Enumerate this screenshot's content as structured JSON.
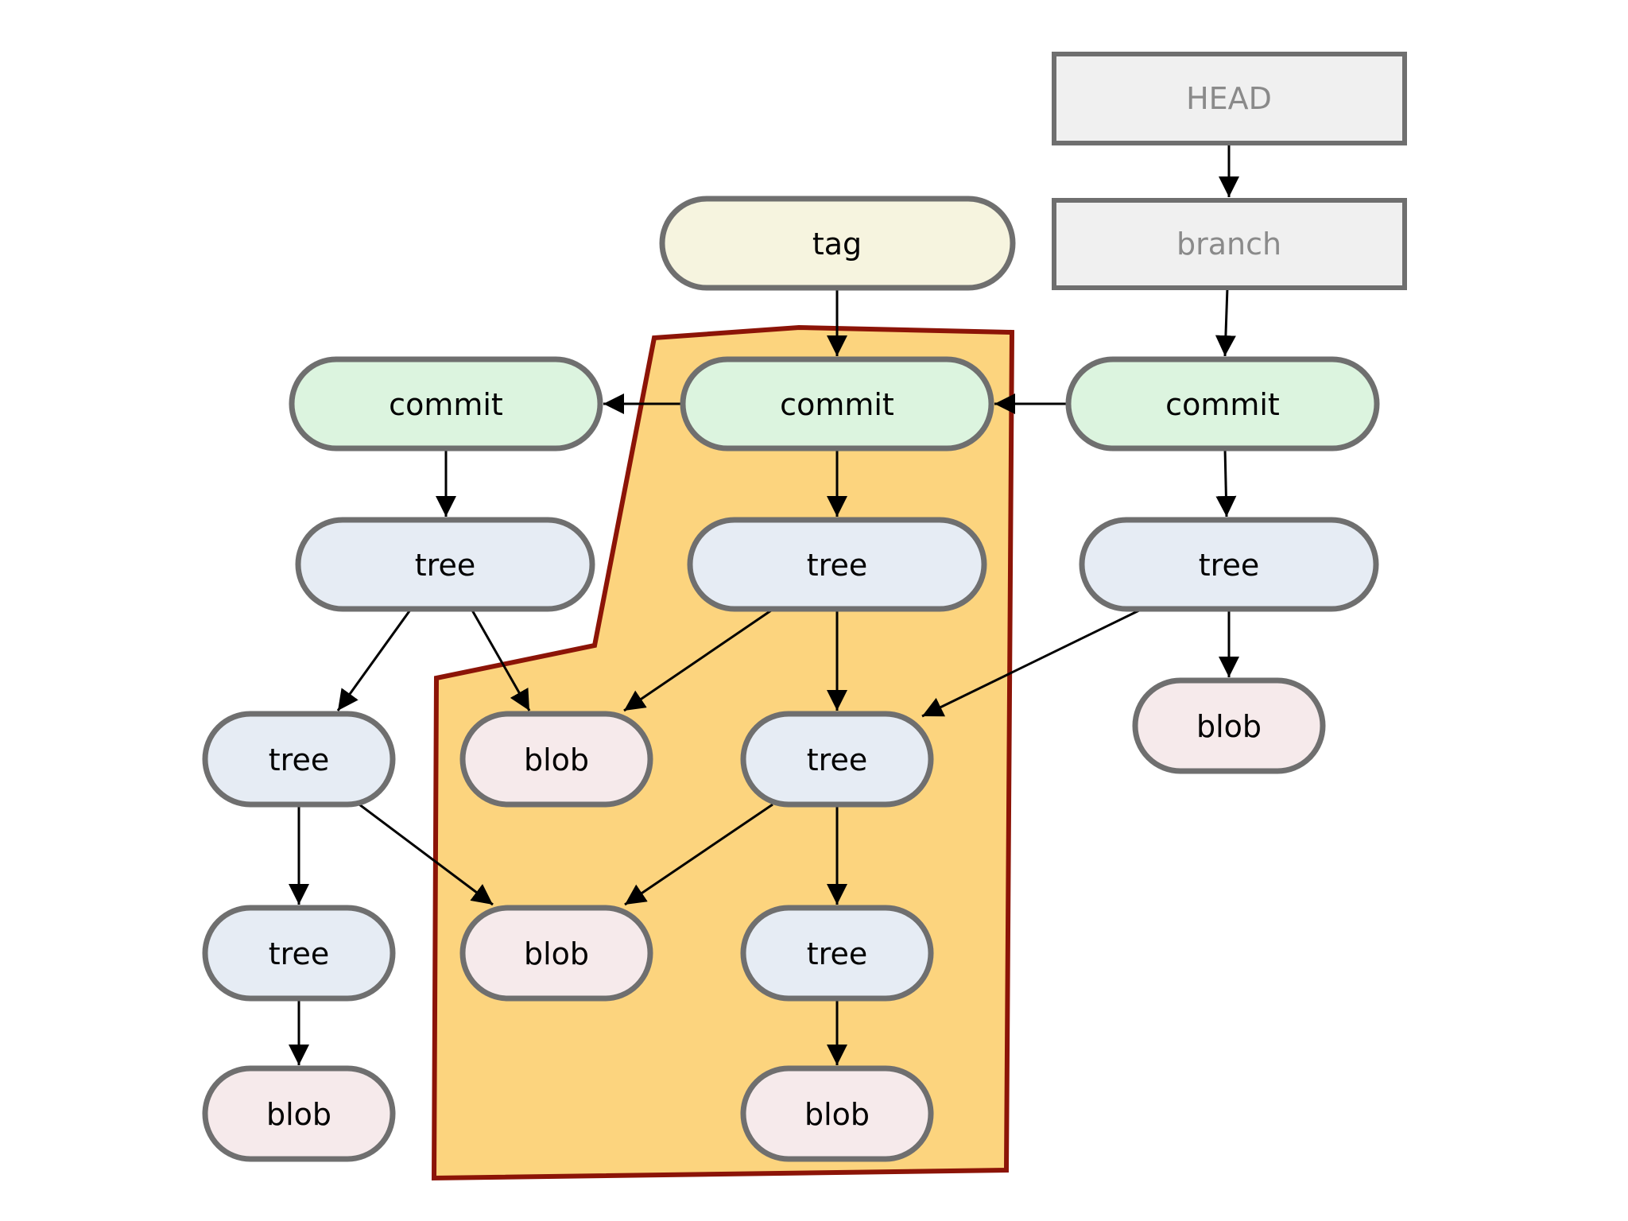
{
  "colors": {
    "node_stroke": "#6f6f6f",
    "edge": "#000000",
    "region_fill": "#fcd47e",
    "region_stroke": "#8c1407",
    "tag_fill": "#f6f4df",
    "commit_fill": "#dcf4df",
    "tree_fill": "#e6ecf4",
    "blob_fill": "#f6eaeb",
    "ref_fill": "#f0f0f0",
    "ref_text": "#8a8a8a",
    "label_text": "#000000"
  },
  "nodes": {
    "head": {
      "label": "HEAD",
      "kind": "ref"
    },
    "branch": {
      "label": "branch",
      "kind": "ref"
    },
    "tag": {
      "label": "tag",
      "kind": "tag"
    },
    "commit_left": {
      "label": "commit",
      "kind": "commit"
    },
    "commit_middle": {
      "label": "commit",
      "kind": "commit"
    },
    "commit_right": {
      "label": "commit",
      "kind": "commit"
    },
    "tree_left": {
      "label": "tree",
      "kind": "tree"
    },
    "tree_middle": {
      "label": "tree",
      "kind": "tree"
    },
    "tree_right": {
      "label": "tree",
      "kind": "tree"
    },
    "tree_left_sub": {
      "label": "tree",
      "kind": "tree"
    },
    "blob_shared_top": {
      "label": "blob",
      "kind": "blob"
    },
    "tree_middle_sub": {
      "label": "tree",
      "kind": "tree"
    },
    "blob_right": {
      "label": "blob",
      "kind": "blob"
    },
    "tree_left_sub2": {
      "label": "tree",
      "kind": "tree"
    },
    "blob_shared_bottom": {
      "label": "blob",
      "kind": "blob"
    },
    "tree_middle_sub2": {
      "label": "tree",
      "kind": "tree"
    },
    "blob_left_bottom": {
      "label": "blob",
      "kind": "blob"
    },
    "blob_middle_bottom": {
      "label": "blob",
      "kind": "blob"
    }
  },
  "edges": [
    {
      "from": "head",
      "to": "branch"
    },
    {
      "from": "branch",
      "to": "commit_right"
    },
    {
      "from": "tag",
      "to": "commit_middle"
    },
    {
      "from": "commit_right",
      "to": "commit_middle"
    },
    {
      "from": "commit_middle",
      "to": "commit_left"
    },
    {
      "from": "commit_left",
      "to": "tree_left"
    },
    {
      "from": "commit_middle",
      "to": "tree_middle"
    },
    {
      "from": "commit_right",
      "to": "tree_right"
    },
    {
      "from": "tree_left",
      "to": "tree_left_sub"
    },
    {
      "from": "tree_left",
      "to": "blob_shared_top"
    },
    {
      "from": "tree_middle",
      "to": "blob_shared_top"
    },
    {
      "from": "tree_middle",
      "to": "tree_middle_sub"
    },
    {
      "from": "tree_right",
      "to": "tree_middle_sub"
    },
    {
      "from": "tree_right",
      "to": "blob_right"
    },
    {
      "from": "tree_left_sub",
      "to": "tree_left_sub2"
    },
    {
      "from": "tree_left_sub",
      "to": "blob_shared_bottom"
    },
    {
      "from": "tree_middle_sub",
      "to": "blob_shared_bottom"
    },
    {
      "from": "tree_middle_sub",
      "to": "tree_middle_sub2"
    },
    {
      "from": "tree_left_sub2",
      "to": "blob_left_bottom"
    },
    {
      "from": "tree_middle_sub2",
      "to": "blob_middle_bottom"
    }
  ]
}
